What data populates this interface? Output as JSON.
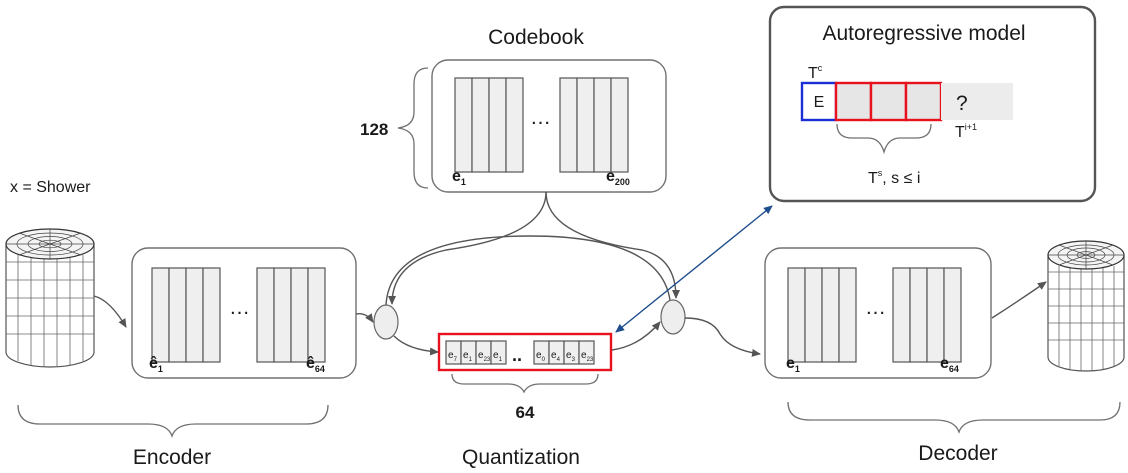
{
  "input": {
    "label": "x = Shower"
  },
  "encoder": {
    "title": "Encoder",
    "dots": "…",
    "first": "ê",
    "first_sub": "1",
    "last": "ê",
    "last_sub": "64"
  },
  "codebook": {
    "title": "Codebook",
    "size_label": "128",
    "dots": "…",
    "first": "e",
    "first_sub": "1",
    "last": "e",
    "last_sub": "200"
  },
  "quantization": {
    "title": "Quantization",
    "length_label": "64",
    "dots": "..",
    "codes_left": [
      {
        "base": "e",
        "sub": "7"
      },
      {
        "base": "e",
        "sub": "1"
      },
      {
        "base": "e",
        "sub": "23"
      },
      {
        "base": "e",
        "sub": "1"
      }
    ],
    "codes_right": [
      {
        "base": "e",
        "sub": "0"
      },
      {
        "base": "e",
        "sub": "4"
      },
      {
        "base": "e",
        "sub": "3"
      },
      {
        "base": "e",
        "sub": "23"
      }
    ]
  },
  "autoregressive": {
    "title": "Autoregressive model",
    "condition_label": "T",
    "condition_sup": "c",
    "condition_token": "E",
    "next_token": "?",
    "next_label": "T",
    "next_sup": "i+1",
    "context_label": "T",
    "context_sup": "s",
    "context_suffix": ", s ≤ i"
  },
  "decoder": {
    "title": "Decoder",
    "dots": "…",
    "first": "e",
    "first_sub": "1",
    "last": "e",
    "last_sub": "64"
  },
  "colors": {
    "accent_red": "#e8111e",
    "accent_blue": "#1b2fd6",
    "link_blue": "#1f4e8c",
    "box_stroke": "#707070",
    "column_fill": "#efefef"
  }
}
